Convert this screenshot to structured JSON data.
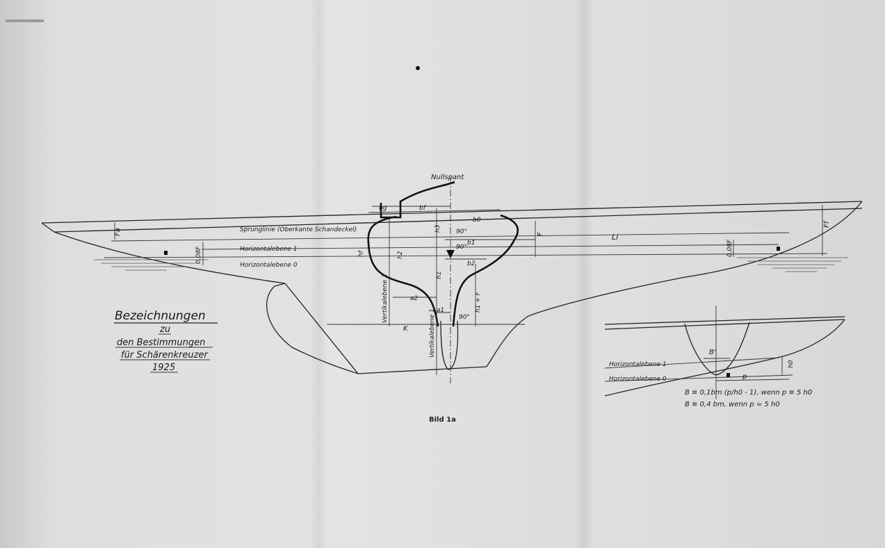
{
  "title": {
    "line1": "Bezeichnungen",
    "line2": "zu",
    "line3": "den Bestimmungen",
    "line4": "für Schärenkreuzer",
    "line5": "1925"
  },
  "caption": "Bild 1a",
  "labels": {
    "nullspant": "Nullspant",
    "sprunglinie": "Sprunglinie (Oberkante Schandeckel)",
    "horizontalebene1": "Horizontalebene 1",
    "horizontalebene0": "Horizontalebene 0",
    "vertikalebene2": "Vertikalebene 2",
    "vertikalebene1": "Vertikalebene 1",
    "fa": "Fa",
    "ff": "Ff",
    "f": "F",
    "li": "Li",
    "k": "K",
    "b0": "b0",
    "bg": "bg",
    "bf": "bf",
    "b1": "b1",
    "b2": "b2",
    "a1": "a1",
    "a2": "a2",
    "h1": "h1",
    "h2": "h2",
    "h3": "h3",
    "hf": "hf",
    "h1f": "h1 + F",
    "deg1": "90°",
    "deg2": "90°",
    "deg3": "90°",
    "f008a": "0,08F",
    "f008b": "0,08F"
  },
  "inset": {
    "horizontalebene1": "Horizontalebene 1",
    "horizontalebene0": "Horizontalebene 0",
    "b_prime": "B'",
    "p": "p",
    "h0": "h0",
    "formula1": "B ≡ 0,1bm (p/h0 - 1), wenn p ≡ 5 h0",
    "formula2": "B ≡ 0,4 bm, wenn p = 5 h0"
  },
  "colors": {
    "ink": "#1a1a1a",
    "paper": "#dcdcdc"
  }
}
